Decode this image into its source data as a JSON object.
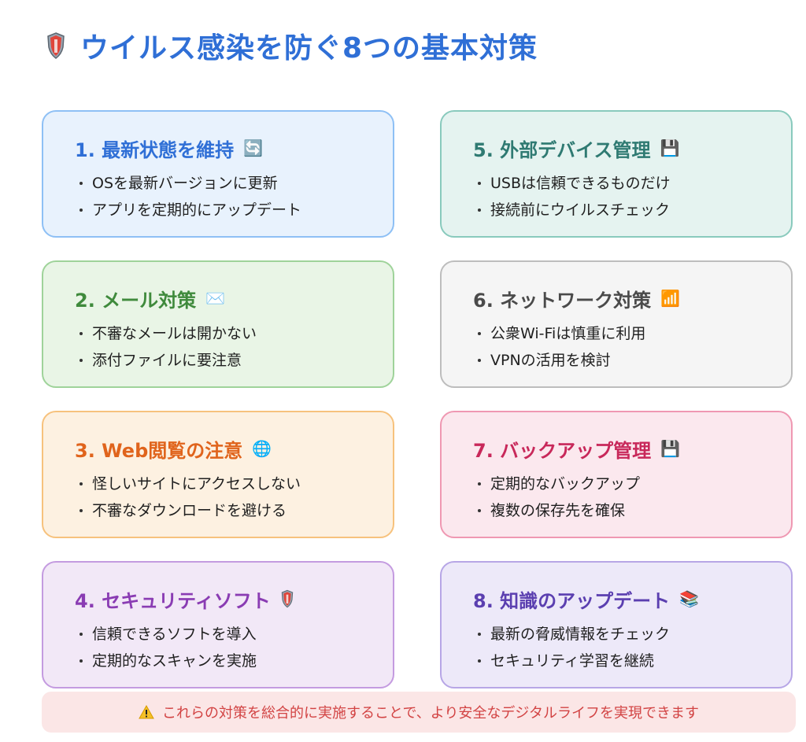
{
  "title": {
    "text": "ウイルス感染を防ぐ8つの基本対策",
    "icon": "shield-icon",
    "color": "#2f6fd6"
  },
  "cards": [
    {
      "heading": "1. 最新状態を維持",
      "icon": "refresh-icon",
      "emoji": "🔄",
      "accent": "#2f6fd6",
      "border": "#8ec0f5",
      "bg": "#e8f2fd",
      "items": [
        "OSを最新バージョンに更新",
        "アプリを定期的にアップデート"
      ]
    },
    {
      "heading": "2. メール対策",
      "icon": "envelope-icon",
      "emoji": "✉️",
      "accent": "#3f8a3c",
      "border": "#9fd39a",
      "bg": "#e9f5e6",
      "items": [
        "不審なメールは開かない",
        "添付ファイルに要注意"
      ]
    },
    {
      "heading": "3. Web閲覧の注意",
      "icon": "globe-icon",
      "emoji": "🌐",
      "accent": "#e0641c",
      "border": "#f7c27d",
      "bg": "#fdf1e1",
      "items": [
        "怪しいサイトにアクセスしない",
        "不審なダウンロードを避ける"
      ]
    },
    {
      "heading": "4. セキュリティソフト",
      "icon": "shield-icon",
      "emoji": "",
      "accent": "#8a3cb3",
      "border": "#c49be0",
      "bg": "#f2e8f7",
      "items": [
        "信頼できるソフトを導入",
        "定期的なスキャンを実施"
      ]
    },
    {
      "heading": "5. 外部デバイス管理",
      "icon": "floppy-disk-icon",
      "emoji": "💾",
      "accent": "#2f7a72",
      "border": "#89cabd",
      "bg": "#e5f3f0",
      "items": [
        "USBは信頼できるものだけ",
        "接続前にウイルスチェック"
      ]
    },
    {
      "heading": "6. ネットワーク対策",
      "icon": "signal-bars-icon",
      "emoji": "📶",
      "accent": "#4a4a4a",
      "border": "#bdbdbd",
      "bg": "#f5f5f5",
      "items": [
        "公衆Wi-Fiは慎重に利用",
        "VPNの活用を検討"
      ]
    },
    {
      "heading": "7. バックアップ管理",
      "icon": "floppy-disk-icon",
      "emoji": "💾",
      "accent": "#c8285a",
      "border": "#ef98b2",
      "bg": "#fbe8ee",
      "items": [
        "定期的なバックアップ",
        "複数の保存先を確保"
      ]
    },
    {
      "heading": "8. 知識のアップデート",
      "icon": "books-icon",
      "emoji": "📚",
      "accent": "#5b3fb0",
      "border": "#b7a6e6",
      "bg": "#ede9f9",
      "items": [
        "最新の脅威情報をチェック",
        "セキュリティ学習を継続"
      ]
    }
  ],
  "footer": {
    "text": "これらの対策を総合的に実施することで、より安全なデジタルライフを実現できます",
    "icon": "warning-icon",
    "color": "#d24343",
    "bg": "#fbe6e6"
  }
}
